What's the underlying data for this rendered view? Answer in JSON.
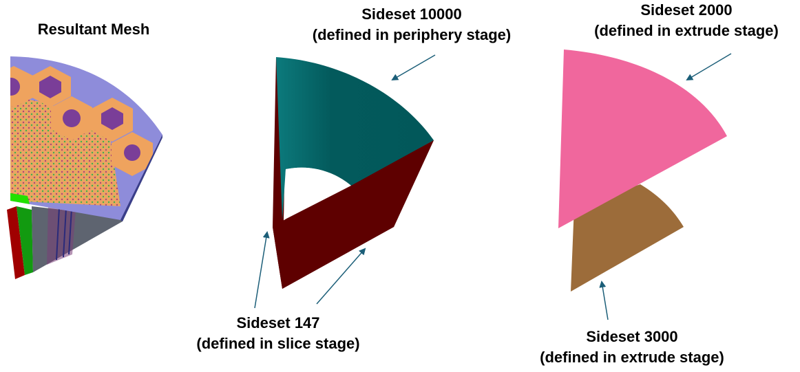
{
  "labels": {
    "resultant_mesh": "Resultant Mesh",
    "sideset_10000": {
      "title": "Sideset 10000",
      "note": "(defined in periphery stage)"
    },
    "sideset_2000": {
      "title": "Sideset 2000",
      "note": "(defined in extrude stage)"
    },
    "sideset_147": {
      "title": "Sideset 147",
      "note": "(defined in slice stage)"
    },
    "sideset_3000": {
      "title": "Sideset 3000",
      "note": "(defined in extrude stage)"
    }
  },
  "colors": {
    "periphery_teal": "#035A5C",
    "slice_maroon": "#5E0000",
    "extrude_pink": "#F0679D",
    "extrude_brown": "#9C6C3A",
    "arrow": "#1B5E78",
    "mesh_lavender": "#8E8CDA",
    "mesh_orange": "#EFA35E",
    "mesh_purple": "#7A3E98",
    "mesh_green": "#22E000"
  }
}
